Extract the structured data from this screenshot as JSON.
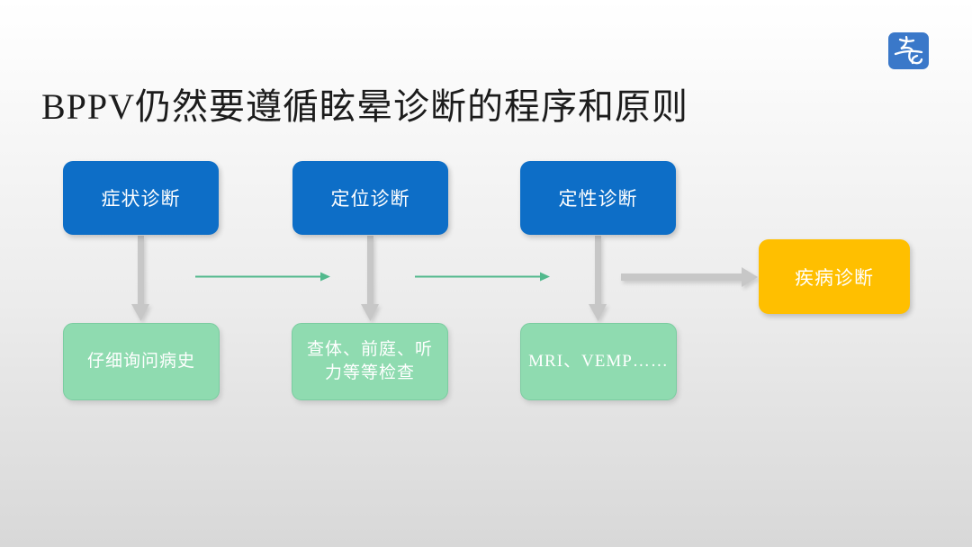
{
  "slide": {
    "title": "BPPV仍然要遵循眩晕诊断的程序和原则"
  },
  "flowchart": {
    "columns": [
      {
        "top": {
          "label": "症状诊断"
        },
        "bottom": {
          "label": "仔细询问病史"
        }
      },
      {
        "top": {
          "label": "定位诊断"
        },
        "bottom": {
          "label": "查体、前庭、听力等等检查"
        }
      },
      {
        "top": {
          "label": "定性诊断"
        },
        "bottom": {
          "label": "MRI、VEMP……"
        }
      }
    ],
    "result": {
      "label": "疾病诊断"
    }
  },
  "colors": {
    "box_blue": "#0d6ec7",
    "box_green": "#8fdbb0",
    "box_green_border": "#7bcda1",
    "box_orange": "#ffbf00",
    "arrow_gray": "#c7c7c7",
    "arrow_green": "#52b98d",
    "logo_blue": "#3a78c9",
    "title_color": "#1c1c1c",
    "background_top": "#ffffff",
    "background_bottom": "#d8d8d8"
  }
}
